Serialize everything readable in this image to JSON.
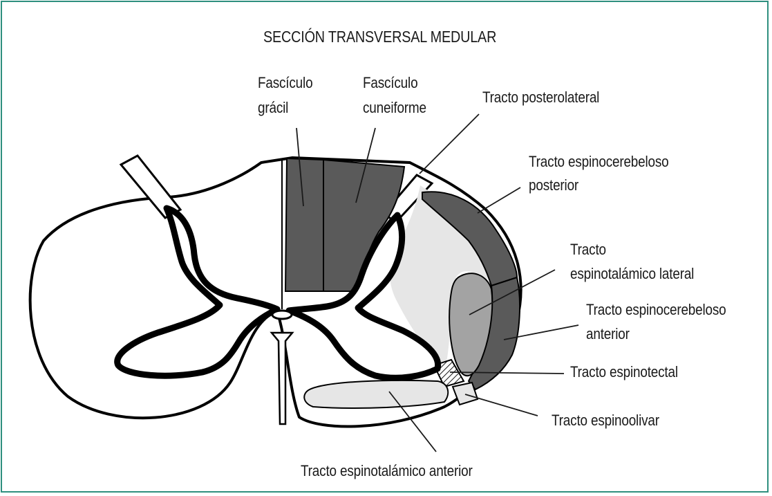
{
  "title": "SECCIÓN TRANSVERSAL MEDULAR",
  "labels": {
    "fasciculo_gracil": [
      "Fascículo",
      "grácil"
    ],
    "fasciculo_cuneiforme": [
      "Fascículo",
      "cuneiforme"
    ],
    "tracto_posterolateral": "Tracto posterolateral",
    "tracto_espinocerebeloso_posterior": [
      "Tracto espinocerebeloso",
      "posterior"
    ],
    "tracto_espinotalamico_lateral": [
      "Tracto",
      "espinotalámico lateral"
    ],
    "tracto_espinocerebeloso_anterior": [
      "Tracto espinocerebeloso",
      "anterior"
    ],
    "tracto_espinotectal": "Tracto espinotectal",
    "tracto_espinoolivar": "Tracto espinoolivar",
    "tracto_espinotalamico_anterior": "Tracto espinotalámico anterior"
  },
  "colors": {
    "frame": "#2e8f7e",
    "dark_tract": "#5a5a5a",
    "medium_tract": "#a3a3a3",
    "light_tract": "#e6e6e6",
    "outline": "#000000"
  }
}
